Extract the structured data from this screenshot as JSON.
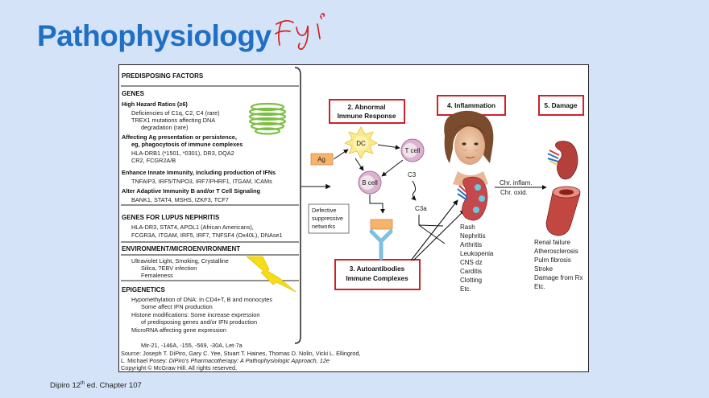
{
  "slide": {
    "title": "Pathophysiology",
    "annotation": "Fyi",
    "footnote_main": "Dipiro 12",
    "footnote_sup": "th",
    "footnote_rest": " ed. Chapter 107"
  },
  "figure": {
    "left": {
      "heading": "PREDISPOSING FACTORS",
      "genes_heading": "GENES",
      "hhr_heading": "High Hazard Ratios (≥6)",
      "hhr_1": "Deficiencies of C1q, C2, C4 (rare)",
      "hhr_2": "TREX1 mutations affecting DNA",
      "hhr_3": "degradation (rare)",
      "ag_head_1": "Affecting Ag presentation or persistence,",
      "ag_head_2": "eg, phagocytosis of immune complexes",
      "ag_1": "HLA-DRB1 (*1501, *0301), DR3, DQA2",
      "ag_2": "CR2, FCGR2A/B",
      "innate_head": "Enhance Innate Immunity, including production of IFNs",
      "innate_1": "TNFAIP3, IRF5/TNPO3, IRF7/PHRF1, ITGAM, ICAMs",
      "adaptive_head": "Alter Adaptive Immunity B and/or T Cell Signaling",
      "adaptive_1": "BANK1, STAT4, MSHS, IZKF3, TCF7",
      "nephritis_heading": "GENES FOR LUPUS NEPHRITIS",
      "neph_1": "HLA-DR3, STAT4, APOL1 (African Americans),",
      "neph_2": "FCGR3A, ITGAM, IRF5, IRF7, TNFSF4 (Ox40L), DNAse1",
      "env_heading": "ENVIRONMENT/MICROENVIRONMENT",
      "env_1": "Ultraviolet Light, Smoking, Crystalline",
      "env_2": "Silica, ?EBV infection",
      "env_3": "Femaleness",
      "epi_heading": "EPIGENETICS",
      "epi_1": "Hypomethylation of DNA: In CD4+T, B and monocytes",
      "epi_2": "Some affect IFN production",
      "epi_3": "Histone modifications: Some increase expression",
      "epi_4": "of predisposing genes and/or IFN production",
      "epi_5": "MicroRNA affecting gene expression",
      "epi_6": "Mir-21, -146A, -155, -569, -30A, Let-7a"
    },
    "source": {
      "line1": "Source: Joseph T. DiPiro, Gary C. Yee, Stuart T. Haines, Thomas D. Nolin, Vicki L. Ellingrod,",
      "line2_plain": "L. Michael Posey: ",
      "line2_italic": "DiPiro's Pharmacotherapy: A Pathophysiologic Approach, 12e",
      "line3": "Copyright © McGraw Hill. All rights reserved."
    },
    "boxes": {
      "abnormal_1": "2. Abnormal",
      "abnormal_2": "Immune Response",
      "inflammation": "4. Inflammation",
      "damage": "5. Damage",
      "auto_1": "3. Autoantibodies",
      "auto_2": "Immune Complexes"
    },
    "cells": {
      "ag": "Ag",
      "dc": "DC",
      "tcell": "T cell",
      "bcell": "B cell",
      "c3": "C3",
      "c3a": "C3a"
    },
    "defective": [
      "Defective",
      "suppressive",
      "networks"
    ],
    "chronic": {
      "inflam": "Chr. inflam.",
      "oxid": "Chr. oxid."
    },
    "manifestations": [
      "Rash",
      "Nephritis",
      "Arthritis",
      "Leukopenia",
      "CNS dz",
      "Carditis",
      "Clotting",
      "Etc."
    ],
    "damage_list": [
      "Renal failure",
      "Atherosclerosis",
      "Pulm fibrosis",
      "Stroke",
      "Damage from Rx",
      "Etc."
    ],
    "colors": {
      "title_blue": "#1f6fc4",
      "box_red": "#d0202a",
      "annotation_red": "#d42020"
    }
  }
}
